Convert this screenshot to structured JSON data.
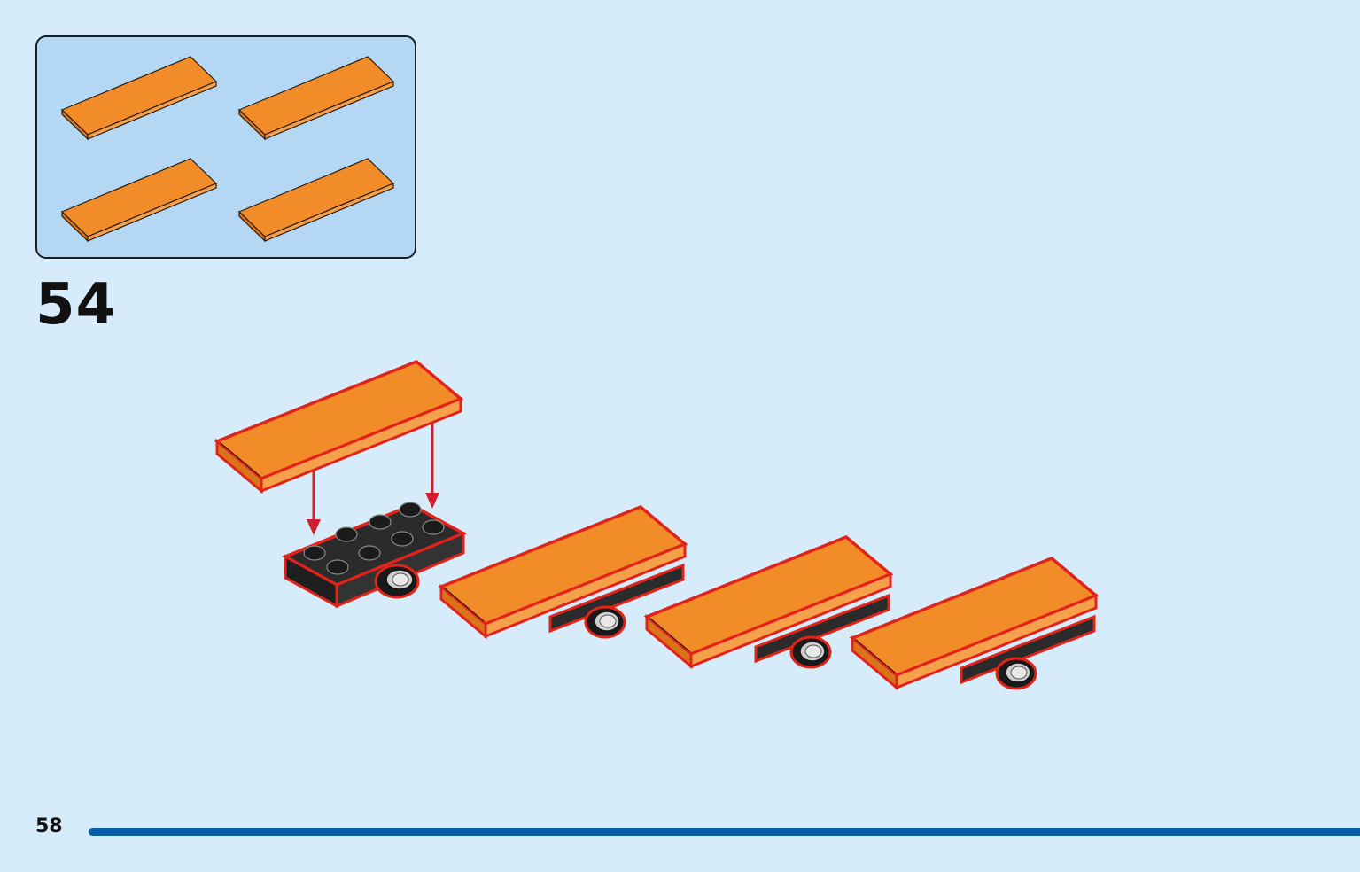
{
  "page": {
    "step_number": "54",
    "page_number": "58",
    "progress": 1.0
  },
  "parts_callout": {
    "parts": [
      {
        "name": "tile-1x4-orange",
        "color": "#f28c28"
      },
      {
        "name": "tile-1x4-orange",
        "color": "#f28c28"
      },
      {
        "name": "tile-1x4-orange",
        "color": "#f28c28"
      },
      {
        "name": "tile-1x4-orange",
        "color": "#f28c28"
      }
    ]
  },
  "colors": {
    "background": "#d6ecfb",
    "callout_background": "#b4d8f3",
    "tile_orange": "#f28c28",
    "tile_orange_side": "#f5a04a",
    "plate_black": "#2b2b2b",
    "highlight_red": "#e2231a",
    "arrow_red": "#d0202e",
    "progress_blue": "#0a5ea8"
  },
  "illustration": {
    "arrow_icon": "down-arrow-icon",
    "subassemblies": [
      "plate-with-wheel",
      "tile-on-plate",
      "tile-on-plate",
      "tile-on-plate"
    ]
  }
}
